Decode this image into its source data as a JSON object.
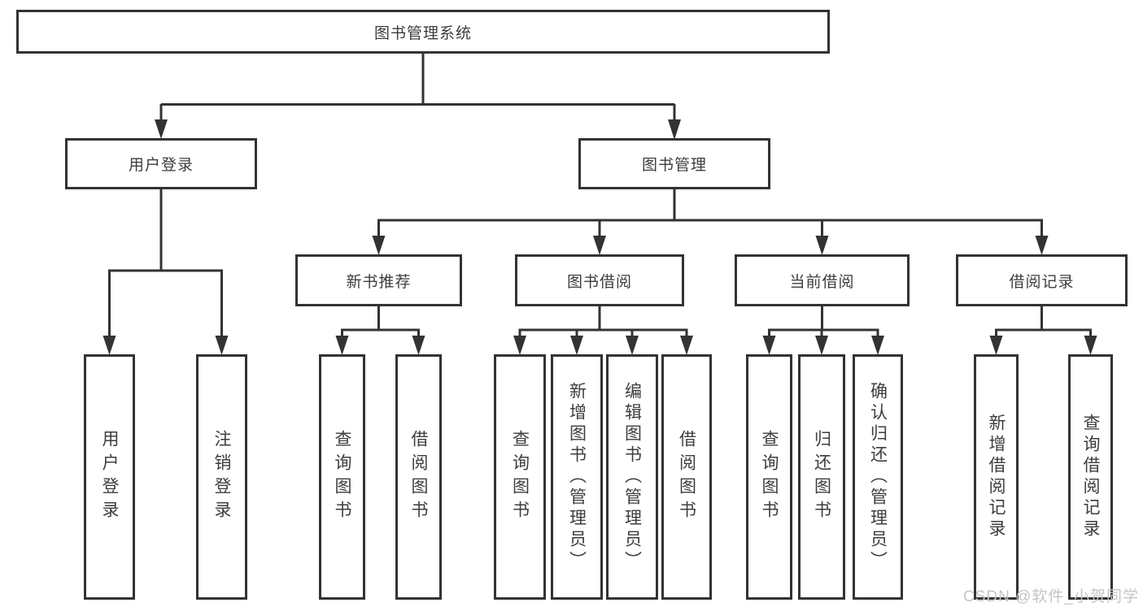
{
  "tree": {
    "root": "图书管理系统",
    "children": [
      {
        "label": "用户登录",
        "children": [
          {
            "label": "用户登录"
          },
          {
            "label": "注销登录"
          }
        ]
      },
      {
        "label": "图书管理",
        "children": [
          {
            "label": "新书推荐",
            "children": [
              {
                "label": "查询图书"
              },
              {
                "label": "借阅图书"
              }
            ]
          },
          {
            "label": "图书借阅",
            "children": [
              {
                "label": "查询图书"
              },
              {
                "label": "新增图书（管理员）"
              },
              {
                "label": "编辑图书（管理员）"
              },
              {
                "label": "借阅图书"
              }
            ]
          },
          {
            "label": "当前借阅",
            "children": [
              {
                "label": "查询图书"
              },
              {
                "label": "归还图书"
              },
              {
                "label": "确认归还（管理员）"
              }
            ]
          },
          {
            "label": "借阅记录",
            "children": [
              {
                "label": "新增借阅记录"
              },
              {
                "label": "查询借阅记录"
              }
            ]
          }
        ]
      }
    ]
  },
  "watermark": "CSDN @软件_小贺同学",
  "colors": {
    "line": "#333333",
    "text": "#3d3d3d",
    "box_background": "#ffffff",
    "watermark": "#c9c3c3"
  }
}
